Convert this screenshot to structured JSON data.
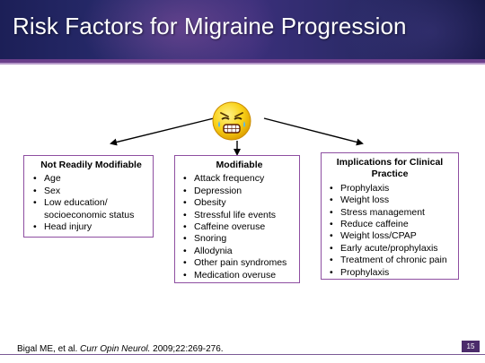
{
  "slide": {
    "title": "Risk Factors for Migraine Progression",
    "page_number": "15",
    "citation_prefix": "Bigal ME, et al. ",
    "citation_journal": "Curr Opin Neurol.",
    "citation_suffix": " 2009;22:269-276."
  },
  "colors": {
    "banner": "#2a2d70",
    "accent": "#6a3f8a",
    "box_border": "#8e4fa1"
  },
  "center_icon": "crying-face-icon",
  "boxes": {
    "not_modifiable": {
      "heading": "Not Readily Modifiable",
      "items": [
        "Age",
        "Sex",
        "Low education/",
        "socioeconomic status",
        "Head injury"
      ]
    },
    "modifiable": {
      "heading": "Modifiable",
      "items": [
        "Attack frequency",
        "Depression",
        "Obesity",
        "Stressful life events",
        "Caffeine overuse",
        "Snoring",
        "Allodynia",
        "Other pain syndromes",
        "Medication overuse"
      ]
    },
    "implications": {
      "heading_line1": "Implications for Clinical",
      "heading_line2": "Practice",
      "items": [
        "Prophylaxis",
        "Weight loss",
        "Stress management",
        "Reduce caffeine",
        "Weight loss/CPAP",
        "Early acute/prophylaxis",
        "Treatment of chronic pain",
        "Prophylaxis"
      ]
    }
  }
}
